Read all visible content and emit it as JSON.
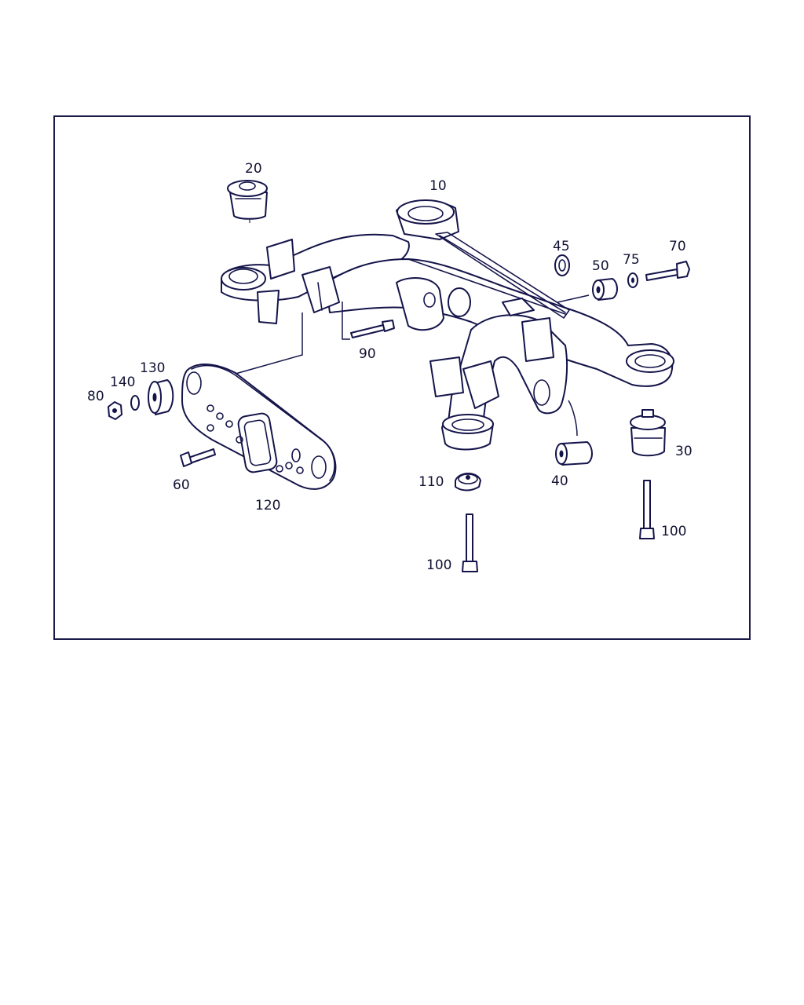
{
  "diagram": {
    "callouts": [
      {
        "id": "c10",
        "text": "10"
      },
      {
        "id": "c20",
        "text": "20"
      },
      {
        "id": "c30",
        "text": "30"
      },
      {
        "id": "c40",
        "text": "40"
      },
      {
        "id": "c45",
        "text": "45"
      },
      {
        "id": "c50",
        "text": "50"
      },
      {
        "id": "c60",
        "text": "60"
      },
      {
        "id": "c70",
        "text": "70"
      },
      {
        "id": "c75",
        "text": "75"
      },
      {
        "id": "c80",
        "text": "80"
      },
      {
        "id": "c90",
        "text": "90"
      },
      {
        "id": "c100a",
        "text": "100"
      },
      {
        "id": "c100b",
        "text": "100"
      },
      {
        "id": "c110",
        "text": "110"
      },
      {
        "id": "c120",
        "text": "120"
      },
      {
        "id": "c130",
        "text": "130"
      },
      {
        "id": "c140",
        "text": "140"
      }
    ],
    "line_color": "#14144a",
    "frame_color": "#1a1a4a"
  }
}
